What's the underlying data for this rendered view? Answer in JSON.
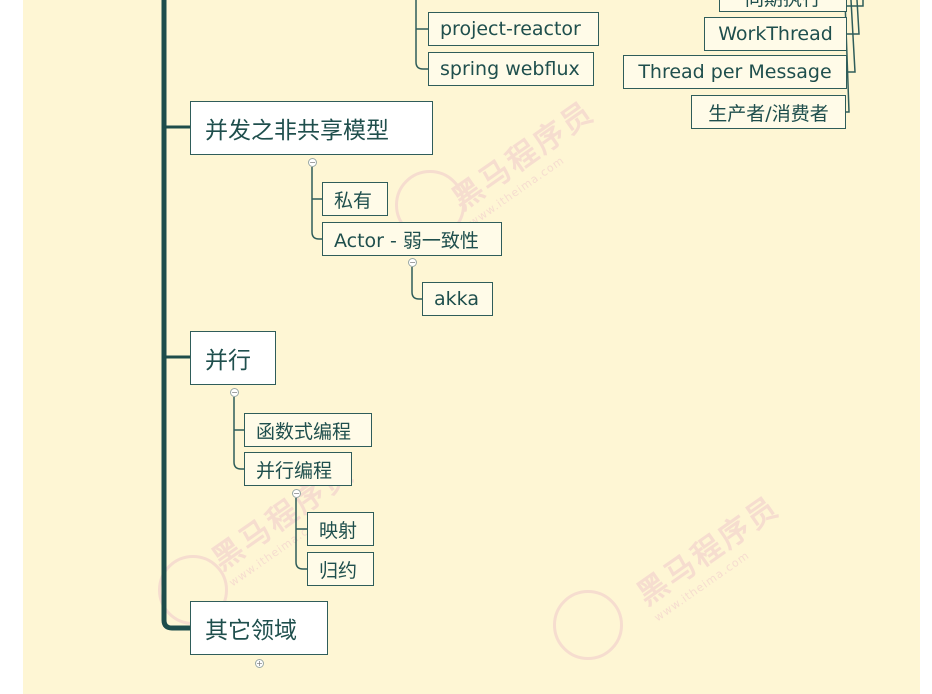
{
  "watermark": {
    "brand": "黑马程序员",
    "site": "www.itheima.com"
  },
  "nodes": {
    "project_reactor": "project-reactor",
    "spring_webflux": "spring webflux",
    "cut_top_right": "同期执行",
    "workthread": "WorkThread",
    "thread_per_message": "Thread per Message",
    "producer_consumer": "生产者/消费者",
    "non_shared_model": "并发之非共享模型",
    "private": "私有",
    "actor": "Actor - 弱一致性",
    "akka": "akka",
    "parallel": "并行",
    "functional": "函数式编程",
    "parallel_programming": "并行编程",
    "map": "映射",
    "reduce": "归约",
    "other_fields": "其它领域"
  },
  "toggles": {
    "collapse": "−",
    "expand": "+"
  },
  "colors": {
    "background": "#fef6d4",
    "trunk": "#1e4d4b",
    "line": "#2f5d5a",
    "node_border": "#2f5d5a",
    "text": "#1f4f4d"
  }
}
